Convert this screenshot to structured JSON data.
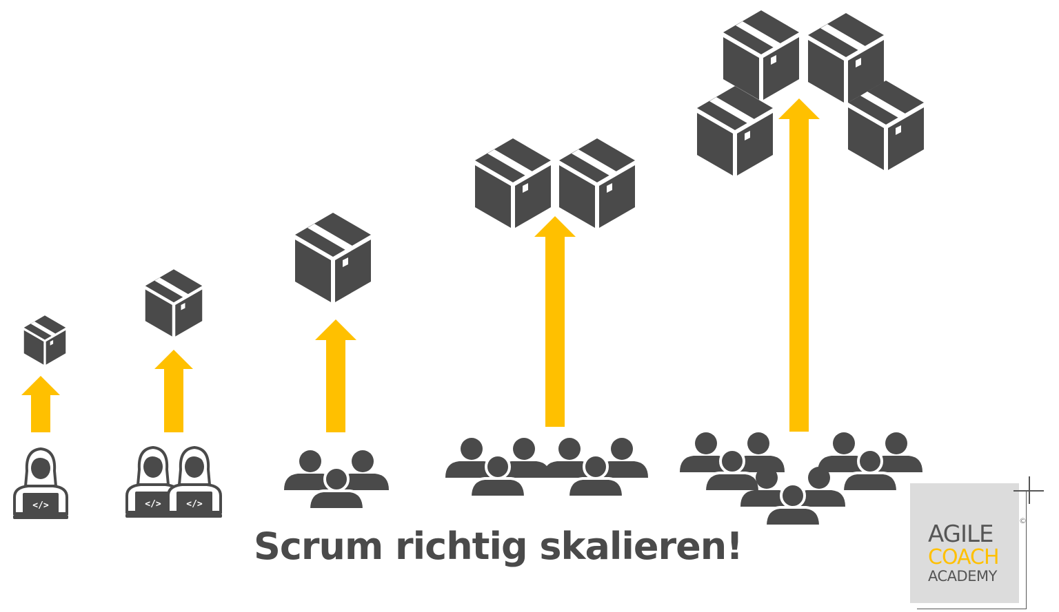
{
  "headline": "Scrum richtig skalieren!",
  "logo": {
    "line1": "AGILE",
    "line2": "COACH",
    "line3": "ACADEMY",
    "copyright": "©"
  },
  "colors": {
    "arrow": "#ffc000",
    "icon": "#4a4a4a",
    "logo_bg": "#dcdcdc"
  },
  "icons": [
    "developer-icon",
    "people-group-icon",
    "package-box-icon",
    "up-arrow-icon"
  ]
}
